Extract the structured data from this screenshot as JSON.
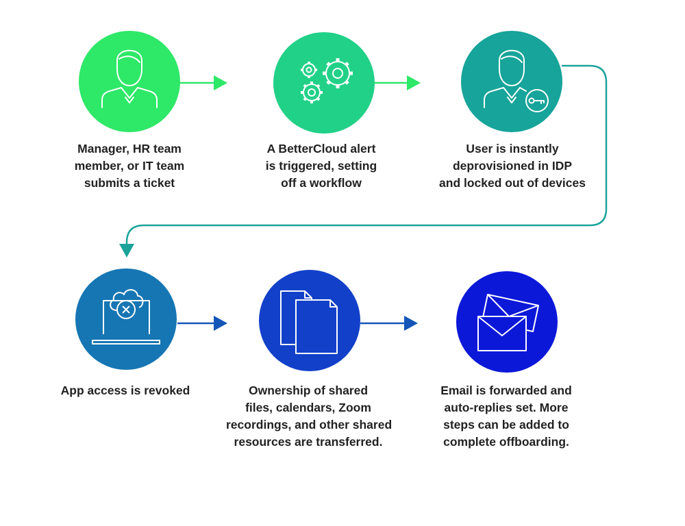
{
  "colors": {
    "step1": "#2ee868",
    "step2": "#22d188",
    "step3": "#17a49a",
    "step4": "#1676b3",
    "step5": "#1240c9",
    "step6": "#0c18d8",
    "arrow_top": "#2ee868",
    "connector": "#1ba39a",
    "arrow_bottom": "#1456b8",
    "text": "#222222"
  },
  "steps": [
    {
      "icon": "user-icon",
      "lines": [
        "Manager, HR team",
        "member, or IT team",
        "submits a ticket"
      ]
    },
    {
      "icon": "gears-icon",
      "lines": [
        "A BetterCloud alert",
        "is triggered, setting",
        "off a workflow"
      ]
    },
    {
      "icon": "user-key-icon",
      "lines": [
        "User is instantly",
        "deprovisioned in IDP",
        "and locked out of devices"
      ]
    },
    {
      "icon": "laptop-cloud-x-icon",
      "lines": [
        "App access is revoked"
      ]
    },
    {
      "icon": "documents-icon",
      "lines": [
        "Ownership of shared",
        "files, calendars, Zoom",
        "recordings, and other shared",
        "resources are transferred."
      ]
    },
    {
      "icon": "envelopes-icon",
      "lines": [
        "Email is forwarded and",
        "auto-replies set. More",
        "steps can be added to",
        "complete offboarding."
      ]
    }
  ]
}
